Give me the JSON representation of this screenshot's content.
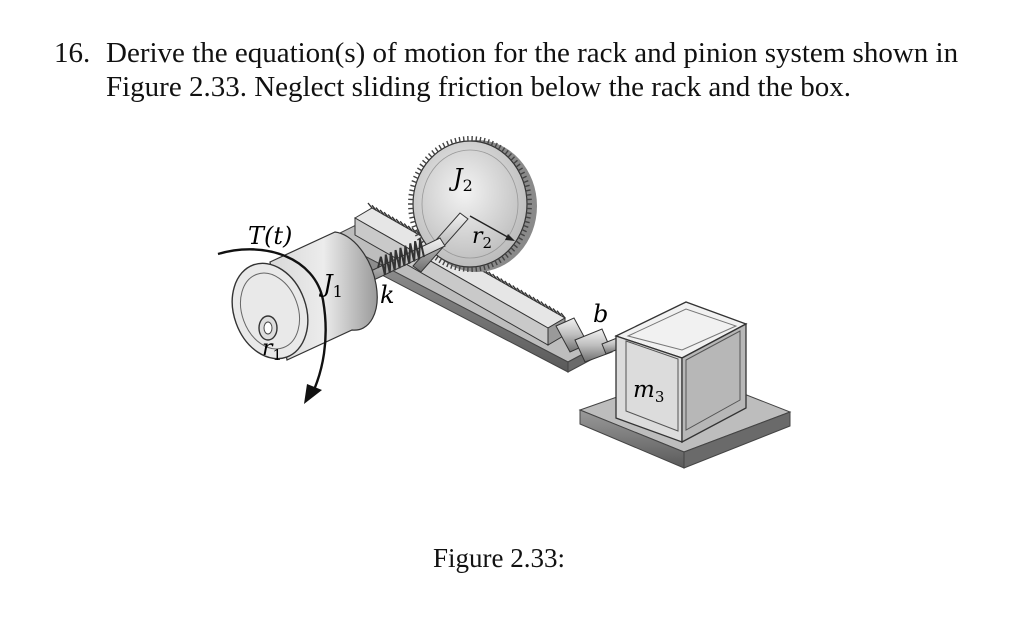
{
  "problem": {
    "number": "16.",
    "text": "Derive the equation(s) of motion for the rack and pinion system shown in Figure 2.33. Neglect sliding friction below the rack and the box."
  },
  "figure": {
    "caption": "Figure 2.33:",
    "labels": {
      "torque": "T(t)",
      "inertia1": "J",
      "inertia1_sub": "1",
      "radius1": "r",
      "radius1_sub": "1",
      "spring": "k",
      "inertia2": "J",
      "inertia2_sub": "2",
      "radius2": "r",
      "radius2_sub": "2",
      "damper": "b",
      "mass": "m",
      "mass_sub": "3"
    }
  }
}
